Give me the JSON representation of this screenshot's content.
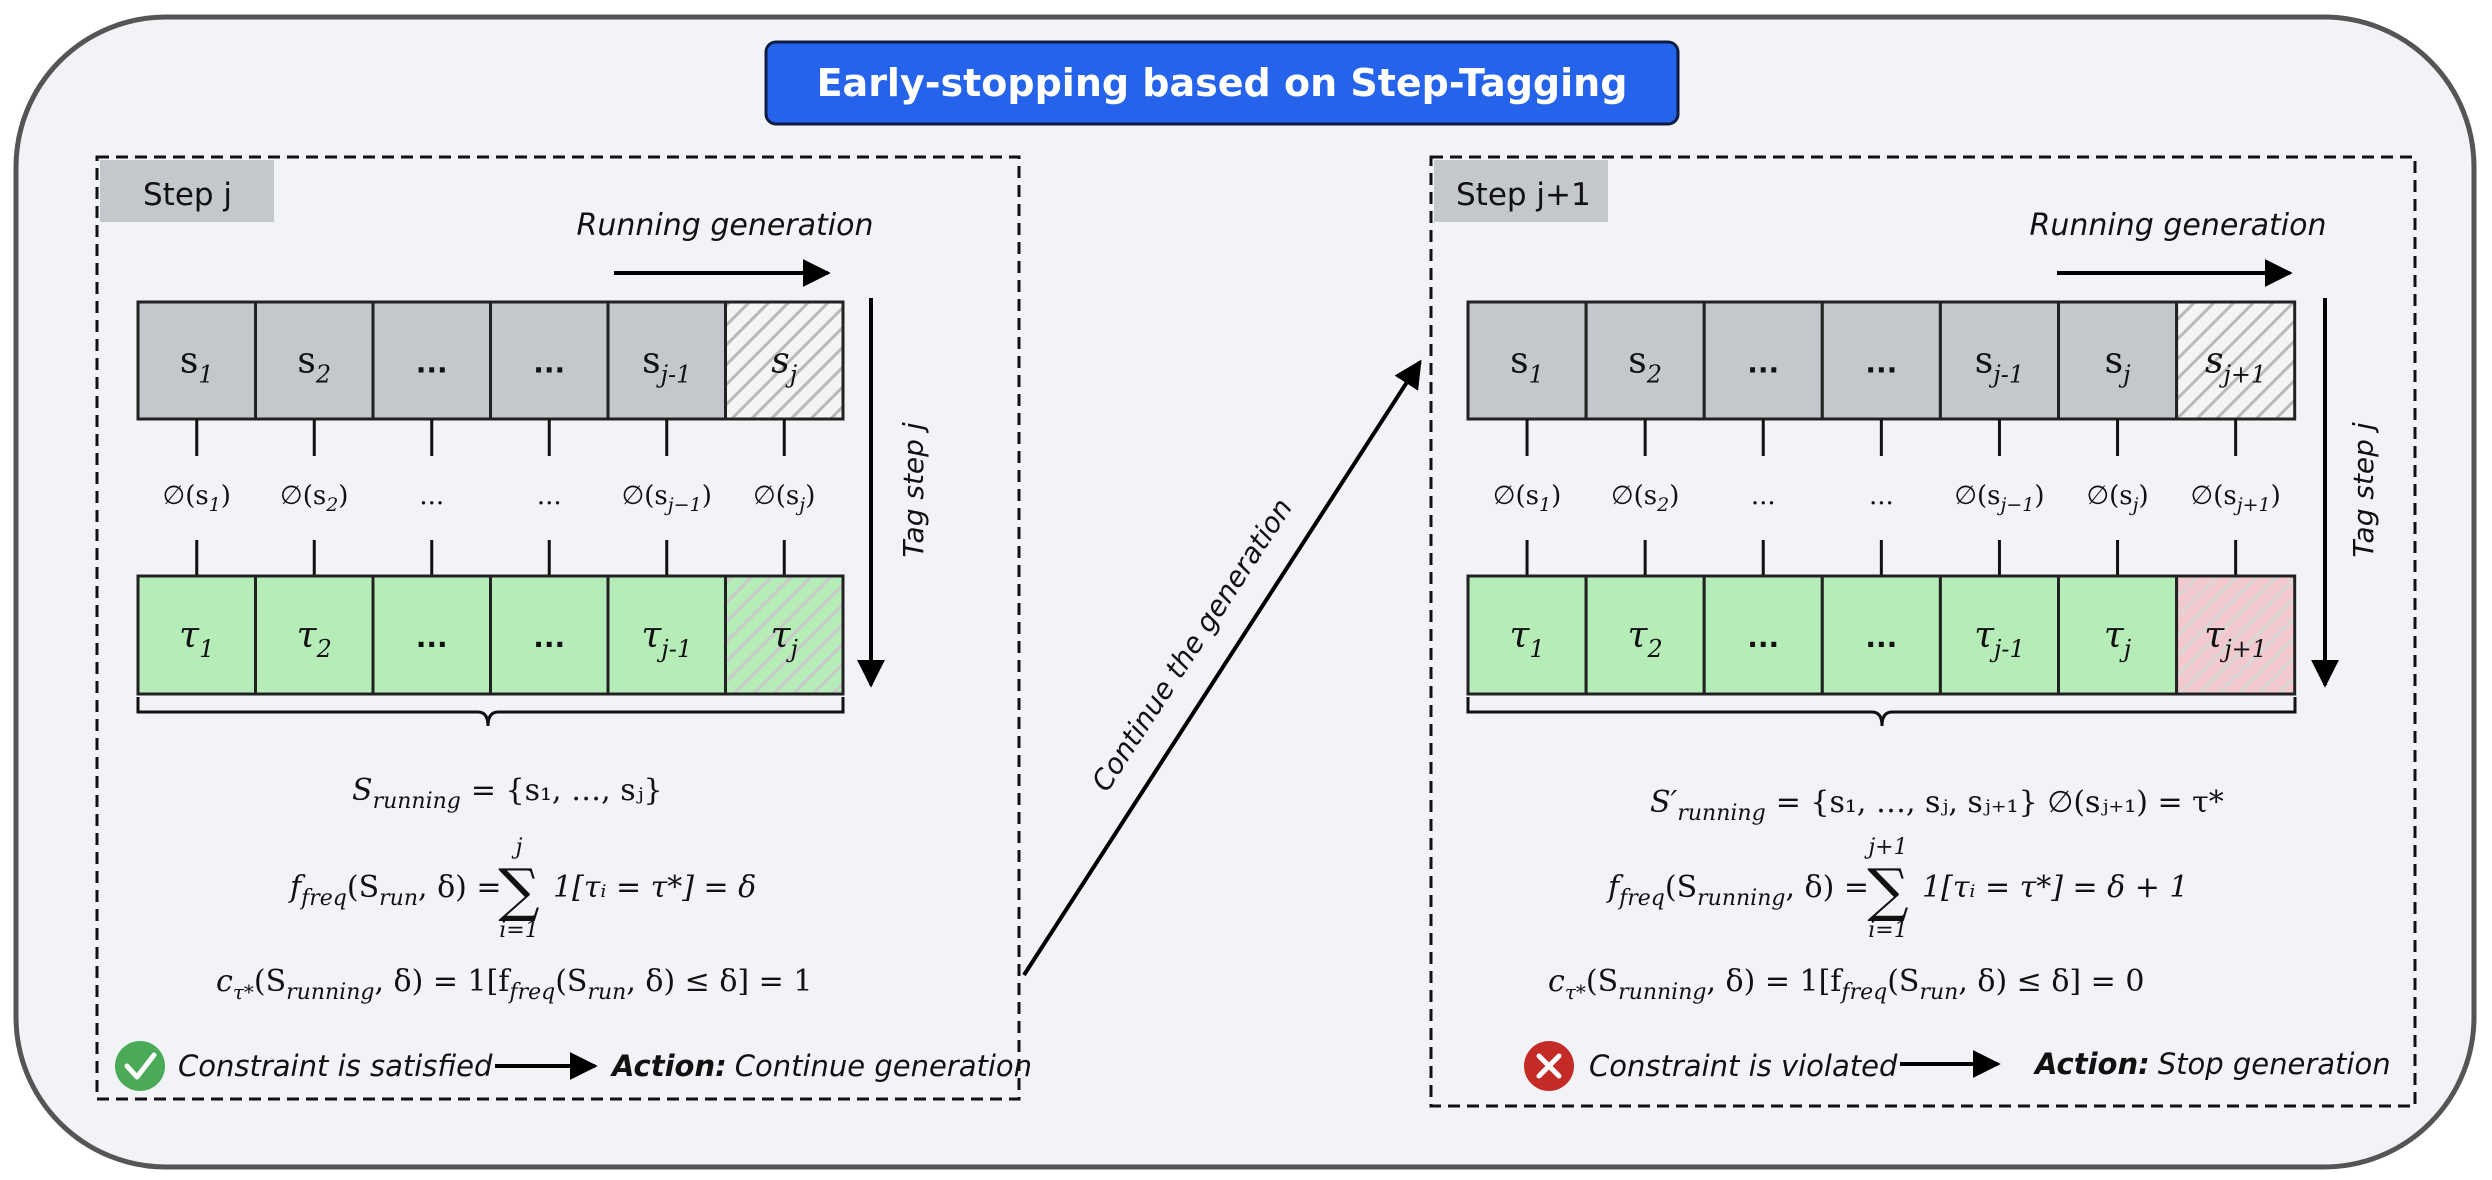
{
  "title": "Early-stopping based on Step-Tagging",
  "middle_arrow_label": "Continue the generation",
  "colors": {
    "title_blue": "#2563eb",
    "frame_bg": "#f1f3f7",
    "step_gray": "#c4c7cb",
    "tag_green": "#b5ecb8",
    "tag_red": "#f2c9cc",
    "check_green": "#4aaa58",
    "cross_red": "#c42b26"
  },
  "left_panel": {
    "step_label": "Step j",
    "running_generation": "Running generation",
    "tag_step": "Tag step j",
    "steps": [
      {
        "base": "s",
        "sub": "1",
        "style": "gray"
      },
      {
        "base": "s",
        "sub": "2",
        "style": "gray"
      },
      {
        "base": "...",
        "sub": "",
        "style": "gray"
      },
      {
        "base": "...",
        "sub": "",
        "style": "gray"
      },
      {
        "base": "s",
        "sub": "j-1",
        "style": "gray"
      },
      {
        "base": "s",
        "sub": "j",
        "style": "hatched"
      }
    ],
    "phis": [
      {
        "pre": "∅(s",
        "sub": "1",
        "post": ")"
      },
      {
        "pre": "∅(s",
        "sub": "2",
        "post": ")"
      },
      {
        "pre": "...",
        "sub": "",
        "post": ""
      },
      {
        "pre": "...",
        "sub": "",
        "post": ""
      },
      {
        "pre": "∅(s",
        "sub": "j−1",
        "post": ")"
      },
      {
        "pre": "∅(s",
        "sub": "j",
        "post": ")"
      }
    ],
    "tags": [
      {
        "base": "τ",
        "sub": "1",
        "style": "green"
      },
      {
        "base": "τ",
        "sub": "2",
        "style": "green"
      },
      {
        "base": "...",
        "sub": "",
        "style": "green"
      },
      {
        "base": "...",
        "sub": "",
        "style": "green"
      },
      {
        "base": "τ",
        "sub": "j-1",
        "style": "green"
      },
      {
        "base": "τ",
        "sub": "j",
        "style": "green-hatched"
      }
    ],
    "formulas": {
      "s_running": "S",
      "s_running_sub": "running",
      "s_running_rhs": "= {s₁, …, sⱼ}",
      "f_freq_lhs": "f",
      "f_freq_sub": "freq",
      "f_freq_args": "(S",
      "f_freq_args_sub": "run",
      "f_freq_args_end": ", δ) =",
      "sum_top": "j",
      "sum_bottom": "i=1",
      "f_freq_rhs": "1[τᵢ = τ*] = δ",
      "c_lhs": "c",
      "c_sub": "τ*",
      "c_args": "(S",
      "c_args_sub": "running",
      "c_args_end": ", δ) = 1[f",
      "c_inner_sub": "freq",
      "c_inner": "(S",
      "c_inner_sub2": "run",
      "c_rhs": ", δ)  ≤ δ] = 1"
    },
    "status": "Constraint is satisfied",
    "action_label": "Action:",
    "action_text": "Continue generation"
  },
  "right_panel": {
    "step_label": "Step j+1",
    "running_generation": "Running generation",
    "tag_step": "Tag step j",
    "steps": [
      {
        "base": "s",
        "sub": "1",
        "style": "gray"
      },
      {
        "base": "s",
        "sub": "2",
        "style": "gray"
      },
      {
        "base": "...",
        "sub": "",
        "style": "gray"
      },
      {
        "base": "...",
        "sub": "",
        "style": "gray"
      },
      {
        "base": "s",
        "sub": "j-1",
        "style": "gray"
      },
      {
        "base": "s",
        "sub": "j",
        "style": "gray"
      },
      {
        "base": "s",
        "sub": "j+1",
        "style": "hatched"
      }
    ],
    "phis": [
      {
        "pre": "∅(s",
        "sub": "1",
        "post": ")"
      },
      {
        "pre": "∅(s",
        "sub": "2",
        "post": ")"
      },
      {
        "pre": "...",
        "sub": "",
        "post": ""
      },
      {
        "pre": "...",
        "sub": "",
        "post": ""
      },
      {
        "pre": "∅(s",
        "sub": "j−1",
        "post": ")"
      },
      {
        "pre": "∅(s",
        "sub": "j",
        "post": ")"
      },
      {
        "pre": "∅(s",
        "sub": "j+1",
        "post": ")"
      }
    ],
    "tags": [
      {
        "base": "τ",
        "sub": "1",
        "style": "green"
      },
      {
        "base": "τ",
        "sub": "2",
        "style": "green"
      },
      {
        "base": "...",
        "sub": "",
        "style": "green"
      },
      {
        "base": "...",
        "sub": "",
        "style": "green"
      },
      {
        "base": "τ",
        "sub": "j-1",
        "style": "green"
      },
      {
        "base": "τ",
        "sub": "j",
        "style": "green"
      },
      {
        "base": "τ",
        "sub": "j+1",
        "style": "red-hatched"
      }
    ],
    "formulas": {
      "s_running": "S′",
      "s_running_sub": "running",
      "s_running_rhs": "= {s₁, …, sⱼ, sⱼ₊₁}   ∅(sⱼ₊₁) = τ*",
      "f_freq_lhs": "f",
      "f_freq_sub": "freq",
      "f_freq_args": "(S",
      "f_freq_args_sub": "running",
      "f_freq_args_end": ", δ) =",
      "sum_top": "j+1",
      "sum_bottom": "i=1",
      "f_freq_rhs": "1[τᵢ = τ*] = δ + 1",
      "c_lhs": "c",
      "c_sub": "τ*",
      "c_args": "(S",
      "c_args_sub": "running",
      "c_args_end": ", δ) = 1[f",
      "c_inner_sub": "freq",
      "c_inner": "(S",
      "c_inner_sub2": "run",
      "c_rhs": ", δ)  ≤ δ] = 0"
    },
    "status": "Constraint is violated",
    "action_label": "Action:",
    "action_text": "Stop generation"
  }
}
